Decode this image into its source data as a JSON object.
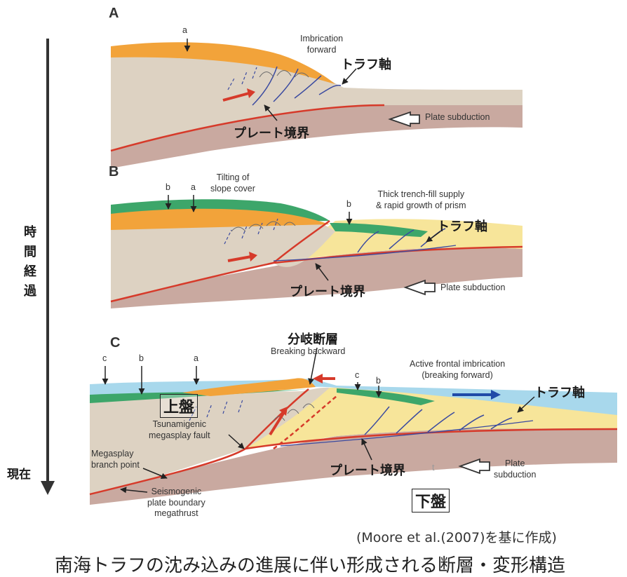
{
  "time_axis": {
    "label_top": "時間経過",
    "label_bottom": "現在"
  },
  "panels": {
    "a": {
      "letter": "A",
      "marker_a": "a",
      "imbrication": "Imbrication\nforward",
      "trough_axis": "トラフ軸",
      "plate_boundary": "プレート境界",
      "plate_subduction": "Plate subduction"
    },
    "b": {
      "letter": "B",
      "marker_b": "b",
      "marker_a": "a",
      "tilting": "Tilting of\nslope cover",
      "marker_b2": "b",
      "thick_fill": "Thick trench-fill supply\n& rapid growth of prism",
      "trough_axis": "トラフ軸",
      "plate_boundary": "プレート境界",
      "plate_subduction": "Plate subduction"
    },
    "c": {
      "letter": "C",
      "marker_c": "c",
      "marker_b": "b",
      "marker_a": "a",
      "splay_fault_jp": "分岐断層",
      "breaking_backward": "Breaking backward",
      "active_frontal": "Active frontal imbrication\n(breaking forward)",
      "marker_c2": "c",
      "marker_b2": "b",
      "trough_axis": "トラフ軸",
      "upper_plate": "上盤",
      "tsunamigenic": "Tsunamigenic\nmegasplay fault",
      "megasplay_branch": "Megasplay\nbranch point",
      "seismogenic": "Seismogenic\nplate boundary\nmegathrust",
      "plate_boundary": "プレート境界",
      "tick": "t",
      "plate_subduction": "Plate\nsubduction",
      "lower_plate": "下盤"
    }
  },
  "citation": "(Moore et al.(2007)を基に作成)",
  "caption": "南海トラフの沈み込みの進展に伴い形成される断層・変形構造",
  "colors": {
    "prism": "#ddd2c2",
    "orange": "#f2a33a",
    "green": "#3da66a",
    "blue_water": "#a8d8ec",
    "yellow": "#f7e59a",
    "oceanic": "#c9a9a0",
    "fault_red": "#d63a2a",
    "fault_blue": "#3a4aa0"
  }
}
